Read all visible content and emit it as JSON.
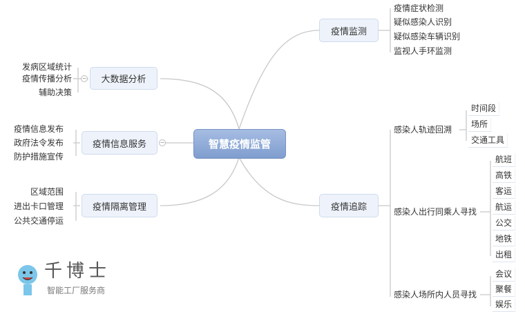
{
  "center": "智慧疫情监管",
  "left": [
    {
      "label": "大数据分析",
      "children": [
        "发病区域统计",
        "疫情传播分析",
        "辅助决策"
      ]
    },
    {
      "label": "疫情信息服务",
      "children": [
        "疫情信息发布",
        "政府法令发布",
        "防护措施宣传"
      ]
    },
    {
      "label": "疫情隔离管理",
      "children": [
        "区域范围",
        "进出卡口管理",
        "公共交通停运"
      ]
    }
  ],
  "right": [
    {
      "label": "疫情监测",
      "children": [
        "疫情症状检测",
        "疑似感染人识别",
        "疑似感染车辆识别",
        "监视人手环监测"
      ]
    },
    {
      "label": "疫情追踪",
      "children": [
        {
          "label": "感染人轨迹回溯",
          "children": [
            "时间段",
            "场所",
            "交通工具"
          ]
        },
        {
          "label": "感染人出行同乘人寻找",
          "children": [
            "航班",
            "高铁",
            "客运",
            "航运",
            "公交",
            "地铁",
            "出租"
          ]
        },
        {
          "label": "感染人场所内人员寻找",
          "children": [
            "会议",
            "聚餐",
            "娱乐"
          ]
        }
      ]
    }
  ],
  "watermark": {
    "title": "千博士",
    "subtitle": "智能工厂服务商"
  },
  "toggle_symbol": "−"
}
